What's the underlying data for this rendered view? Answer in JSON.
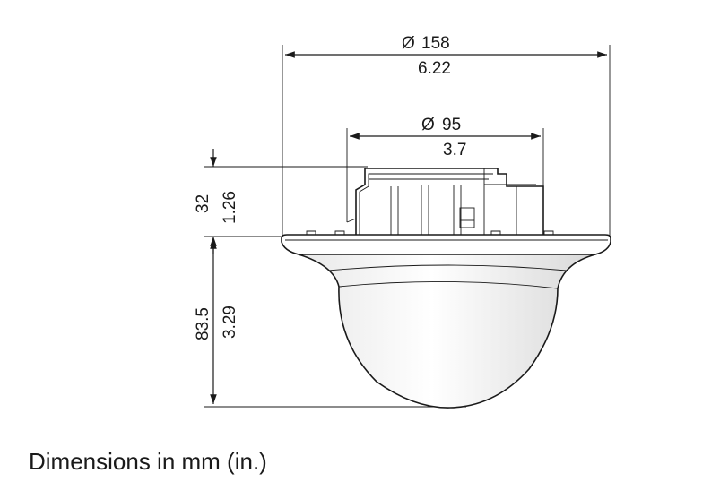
{
  "dimensions": {
    "outer_diameter": {
      "mm": "158",
      "in": "6.22",
      "symbol": "Ø"
    },
    "inner_diameter": {
      "mm": "95",
      "in": "3.7",
      "symbol": "Ø"
    },
    "top_height": {
      "mm": "32",
      "in": "1.26"
    },
    "dome_height": {
      "mm": "83.5",
      "in": "3.29"
    }
  },
  "caption": "Dimensions in mm (in.)"
}
